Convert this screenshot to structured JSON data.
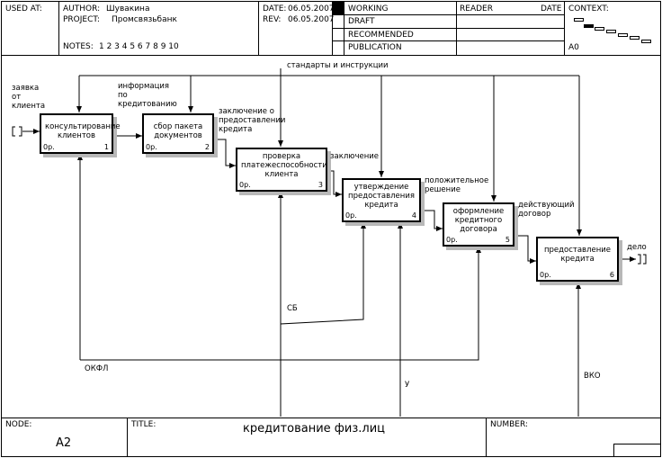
{
  "header": {
    "used_at_label": "USED AT:",
    "author_label": "AUTHOR:",
    "author": "Шувакина",
    "project_label": "PROJECT:",
    "project": "Промсвязьбанк",
    "date_label": "DATE:",
    "date": "06.05.2007",
    "rev_label": "REV:",
    "rev": "06.05.2007",
    "notes_label": "NOTES:",
    "notes": "1  2  3  4  5  6  7  8  9  10",
    "status": [
      "WORKING",
      "DRAFT",
      "RECOMMENDED",
      "PUBLICATION"
    ],
    "reader_label": "READER",
    "reader_date_label": "DATE",
    "context_label": "CONTEXT:",
    "context_node": "A0"
  },
  "footer": {
    "node_label": "NODE:",
    "node": "A2",
    "title_label": "TITLE:",
    "title": "кредитование  физ.лиц",
    "number_label": "NUMBER:"
  },
  "boxes": [
    {
      "name": "консультирование\nклиентов",
      "cost": "0р.",
      "num": "1"
    },
    {
      "name": "сбор пакета\nдокументов",
      "cost": "0р.",
      "num": "2"
    },
    {
      "name": "проверка\nплатежеспособности\nклиента",
      "cost": "0р.",
      "num": "3"
    },
    {
      "name": "утверждение\nпредоставления\nкредита",
      "cost": "0р.",
      "num": "4"
    },
    {
      "name": "оформление\nкредитного\nдоговора",
      "cost": "0р.",
      "num": "5"
    },
    {
      "name": "предоставление\nкредита",
      "cost": "0р.",
      "num": "6"
    }
  ],
  "arrows": {
    "input": "заявка\nот\nклиента",
    "info": "информация\nпо\nкредитованию",
    "conclusion_offer": "заключение о\nпредоставлении\nкредита",
    "conclusion": "заключение",
    "positive": "положительное\nрешение",
    "contract": "действующий\nдоговор",
    "output": "дело",
    "control": "стандарты и инструкции",
    "sb": "СБ",
    "okfl": "ОКФЛ",
    "u": "У",
    "vko": "ВКО"
  }
}
